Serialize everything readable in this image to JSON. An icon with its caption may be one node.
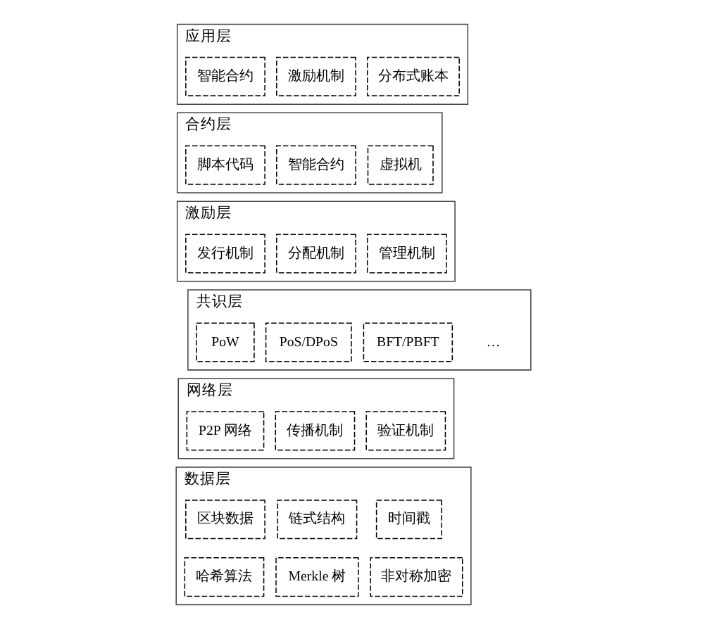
{
  "diagram": {
    "nodes": [
      {
        "text": [
          "应用层"
        ]
      },
      {
        "text": [
          "智能合约"
        ],
        "in": 0
      },
      {
        "text": [
          "激励机制"
        ],
        "in": 0
      },
      {
        "text": [
          "分布式账本"
        ],
        "in": 0
      },
      {
        "text": [
          "合约层"
        ]
      },
      {
        "text": [
          "脚本代码"
        ],
        "in": 4
      },
      {
        "text": [
          "智能合约"
        ],
        "in": 4
      },
      {
        "text": [
          "虚拟机"
        ],
        "in": 4
      },
      {
        "text": [
          "激励层"
        ]
      },
      {
        "text": [
          "发行机制"
        ],
        "in": 8
      },
      {
        "text": [
          "分配机制"
        ],
        "in": 8
      },
      {
        "text": [
          "管理机制"
        ],
        "in": 8
      },
      {
        "text": [
          "共识层"
        ]
      },
      {
        "text": [
          "PoW"
        ],
        "in": 12
      },
      {
        "text": [
          "PoS/DPoS"
        ],
        "in": 12
      },
      {
        "text": [
          "BFT/PBFT"
        ],
        "in": 12
      },
      {
        "text": [
          "网络层"
        ]
      },
      {
        "text": [
          "P2P 网络"
        ],
        "in": 16
      },
      {
        "text": [
          "传播机制"
        ],
        "in": 16
      },
      {
        "text": [
          "验证机制"
        ],
        "in": 16
      },
      {
        "text": [
          "数据层"
        ]
      },
      {
        "text": [
          "区块数据"
        ],
        "in": 20
      },
      {
        "text": [
          "链式结构"
        ],
        "in": 20
      },
      {
        "text": [
          "时间戳"
        ],
        "in": 20
      },
      {
        "text": [
          "哈希算法"
        ],
        "in": 20
      },
      {
        "text": [
          "Merkle 树"
        ],
        "in": 20
      },
      {
        "text": [
          "非对称加密"
        ],
        "in": 20
      }
    ],
    "edges": [],
    "labels": [
      "…"
    ]
  }
}
